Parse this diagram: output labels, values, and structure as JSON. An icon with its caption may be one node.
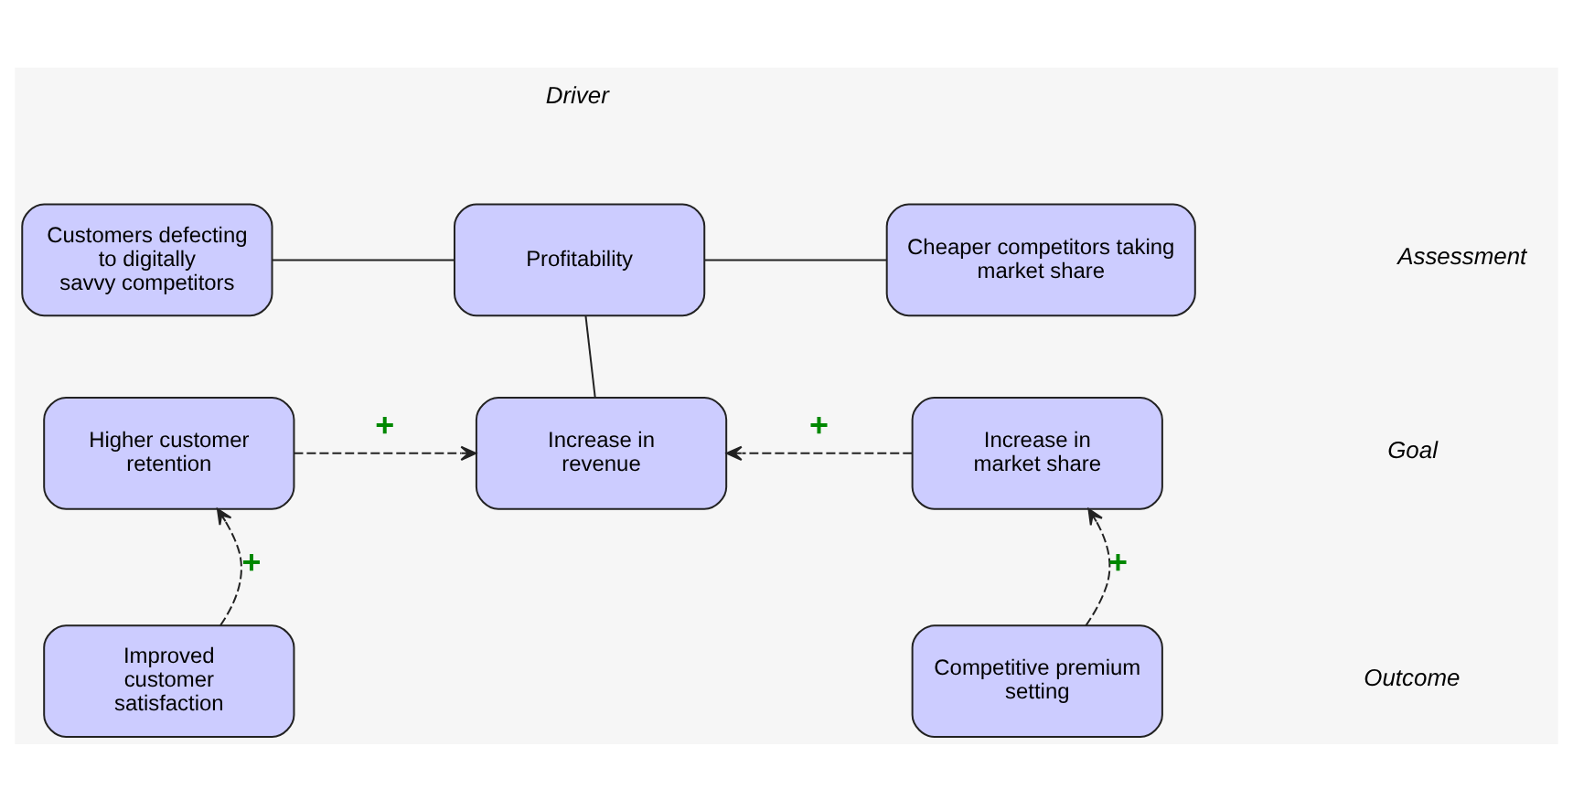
{
  "diagram": {
    "nodes": [
      {
        "text": [
          "Customers defecting to digitally savvy competitors"
        ]
      },
      {
        "text": [
          "Profitability"
        ]
      },
      {
        "text": [
          "Cheaper competitors taking market share"
        ]
      },
      {
        "text": [
          "Higher customer retention"
        ]
      },
      {
        "text": [
          "Increase in revenue"
        ]
      },
      {
        "text": [
          "Increase in market share"
        ]
      },
      {
        "text": [
          "Improved customer satisfaction"
        ]
      },
      {
        "text": [
          "Competitive premium setting"
        ]
      }
    ],
    "edges": [
      {
        "from": 0,
        "to": 1,
        "arrow": "none"
      },
      {
        "from": 1,
        "to": 2,
        "arrow": "none"
      },
      {
        "from": 1,
        "to": 4,
        "arrow": "none"
      },
      {
        "from": 3,
        "to": 4,
        "arrow": "to",
        "style": "dashed",
        "label": "+"
      },
      {
        "from": 5,
        "to": 4,
        "arrow": "to",
        "style": "dashed",
        "label": "+"
      },
      {
        "from": 6,
        "to": 3,
        "arrow": "to",
        "style": "dashed",
        "label": "+"
      },
      {
        "from": 7,
        "to": 5,
        "arrow": "to",
        "style": "dashed",
        "label": "+"
      }
    ],
    "labels": [
      "Driver",
      "Assessment",
      "Goal",
      "Outcome"
    ]
  }
}
